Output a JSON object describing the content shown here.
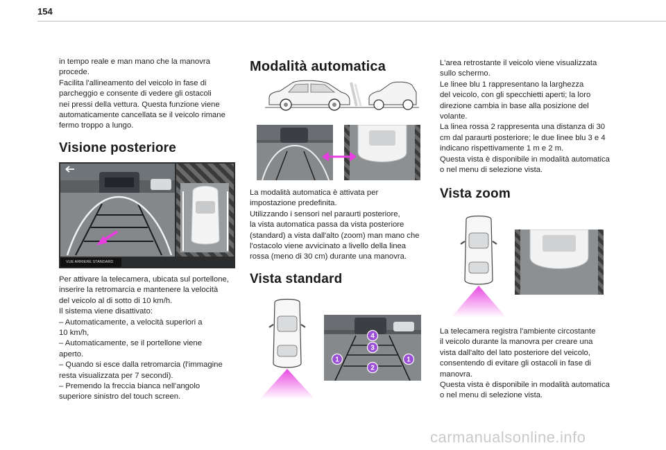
{
  "page": {
    "number": "154"
  },
  "col1": {
    "intro": "in tempo reale e man mano che la manovra\nprocede.\nFacilita l'allineamento del veicolo in fase di\nparcheggio e consente di vedere gli ostacoli\nnei pressi della vettura. Questa funzione viene\nautomaticamente cancellata se il veicolo rimane\nfermo troppo a lungo.",
    "heading": "Visione posteriore",
    "screen_label": "VUE ARRIERE STANDARD",
    "body": "Per attivare la telecamera, ubicata sul portellone,\ninserire la retromarcia e mantenere la velocità\ndel veicolo al di sotto di 10 km/h.\nIl sistema viene disattivato:\n–  Automaticamente, a velocità superiori a\n10 km/h,\n–  Automaticamente, se il portellone viene\naperto.\n–  Quando si esce dalla retromarcia (l'immagine\nresta visualizzata per 7 secondi).\n–  Premendo la freccia bianca nell'angolo\nsuperiore sinistro del touch screen."
  },
  "col2": {
    "heading1": "Modalità automatica",
    "body1": "La modalità automatica è attivata per\nimpostazione predefinita.\nUtilizzando i sensori nel paraurti posteriore,\nla vista automatica passa da vista posteriore\n(standard) a vista dall'alto (zoom) man mano che\nl'ostacolo viene avvicinato a livello della linea\nrossa (meno di 30 cm) durante una manovra.",
    "heading2": "Vista standard",
    "markers": [
      "4",
      "3",
      "1",
      "1",
      "2"
    ]
  },
  "col3": {
    "body1": "L'area retrostante il veicolo viene visualizzata\nsullo schermo.\nLe linee blu 1 rappresentano la larghezza\ndel veicolo, con gli specchietti aperti; la loro\ndirezione cambia in base alla posizione del\nvolante.\nLa linea rossa 2 rappresenta una distanza di 30\ncm dal paraurti posteriore; le due linee blu 3 e 4\nindicano rispettivamente 1 m e 2 m.\nQuesta vista è disponibile in modalità automatica\no nel menu di selezione vista.",
    "heading": "Vista zoom",
    "body2": "La telecamera registra l'ambiente circostante\nil veicolo durante la manovra per creare una\nvista dall'alto del lato posteriore del veicolo,\nconsentendo di evitare gli ostacoli in fase di\nmanovra.\nQuesta vista è disponibile in modalità automatica\no nel menu di selezione vista."
  },
  "footer": {
    "watermark": "carmanualsonline.info"
  },
  "colors": {
    "accent_magenta": "#e83ee0",
    "marker_purple": "#9b4fd6",
    "text": "#1f1f1f"
  }
}
